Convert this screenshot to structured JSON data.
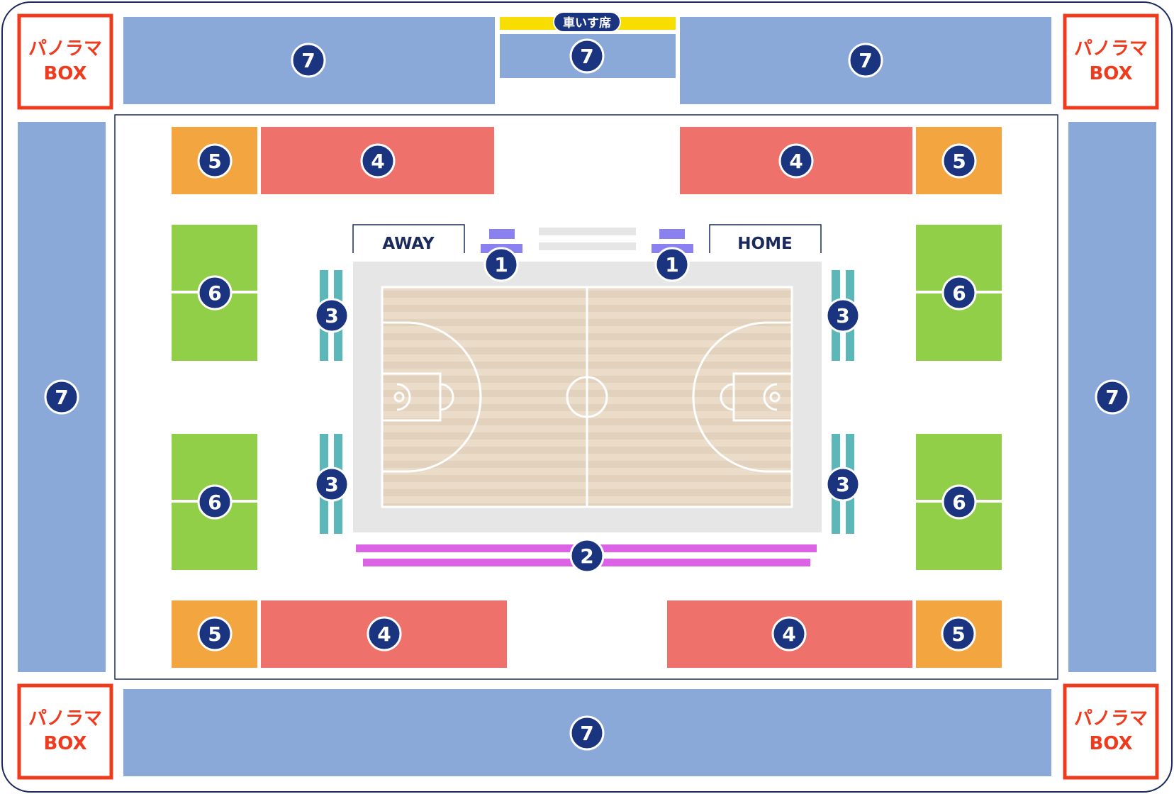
{
  "labels": {
    "panorama_line1": "パノラマ",
    "panorama_line2": "BOX",
    "wheelchair": "車いす席",
    "away": "AWAY",
    "home": "HOME"
  },
  "markers": {
    "m1": "1",
    "m2": "2",
    "m3": "3",
    "m4": "4",
    "m5": "5",
    "m6": "6",
    "m7": "7"
  },
  "colors": {
    "section_7": "#8aa9d8",
    "section_6": "#92cf48",
    "section_5": "#f3a53f",
    "section_4": "#ef716b",
    "section_3": "#5cb8b8",
    "section_2": "#dc62e6",
    "section_1": "#8b80f0",
    "panorama_box": "#ee3b1e",
    "wheelchair_band": "#f8dd00",
    "marker_fill": "#1b3480",
    "outline": "#1b2a5c",
    "court_surround": "#e6e6e6",
    "court_floor": "#eadcc9",
    "court_stripe": "#e1d1bd",
    "court_lines": "#ffffff"
  }
}
